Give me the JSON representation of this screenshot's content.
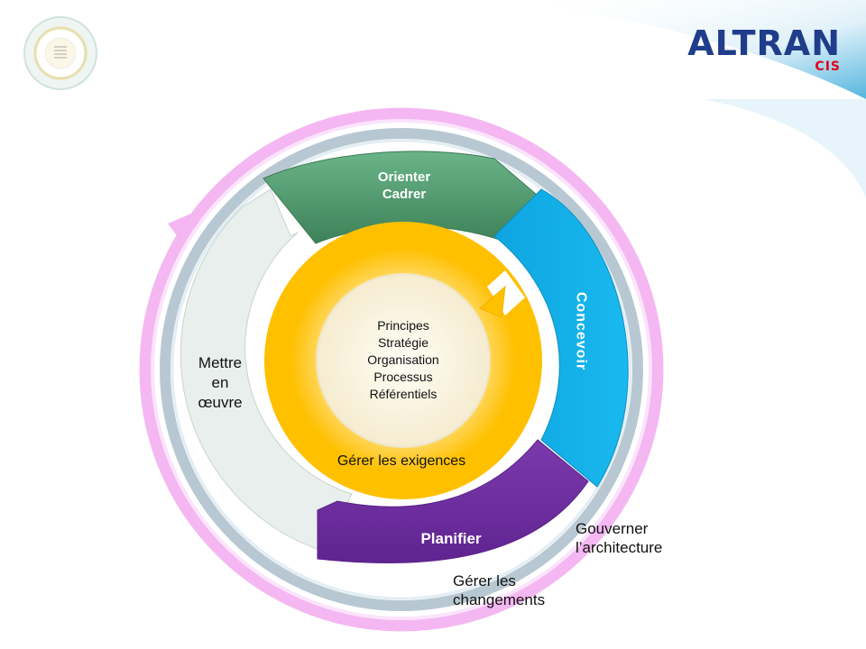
{
  "logo": {
    "word": "ALTRAN",
    "sub": "CIS"
  },
  "diagram": {
    "phases": {
      "orienter": "Orienter\nCadrer",
      "concevoir": "Concevoir",
      "planifier": "Planifier",
      "mettre": "Mettre\nen\nœuvre"
    },
    "inner_ring": "Gérer les exigences",
    "core": [
      "Principes",
      "Stratégie",
      "Organisation",
      "Processus",
      "Référentiels"
    ],
    "outer": {
      "gouverner": "Gouverner\nl’architecture",
      "changements": "Gérer les\nchangements"
    }
  },
  "colors": {
    "green": "#4f9a6f",
    "blue": "#1ab2e8",
    "purple": "#7030a0",
    "yellow": "#ffc000",
    "pink": "#f3a8f0",
    "core": "#fbf6e6"
  }
}
